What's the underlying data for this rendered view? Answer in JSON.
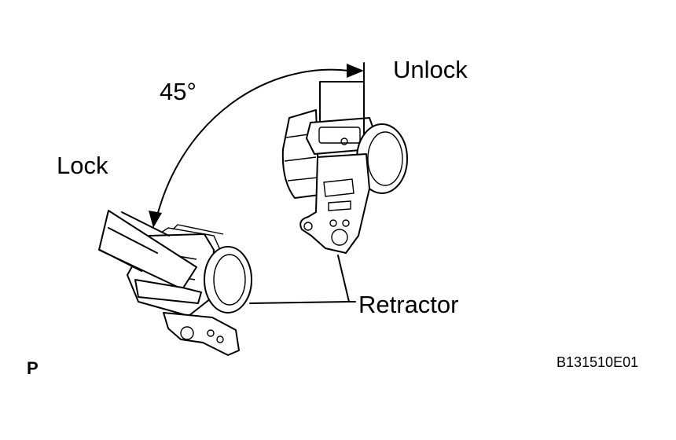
{
  "labels": {
    "unlock": "Unlock",
    "angle": "45°",
    "lock": "Lock",
    "retractor": "Retractor",
    "figure_code": "B131510E01",
    "view_mark": "P"
  },
  "colors": {
    "ink": "#000000",
    "background": "#ffffff"
  }
}
